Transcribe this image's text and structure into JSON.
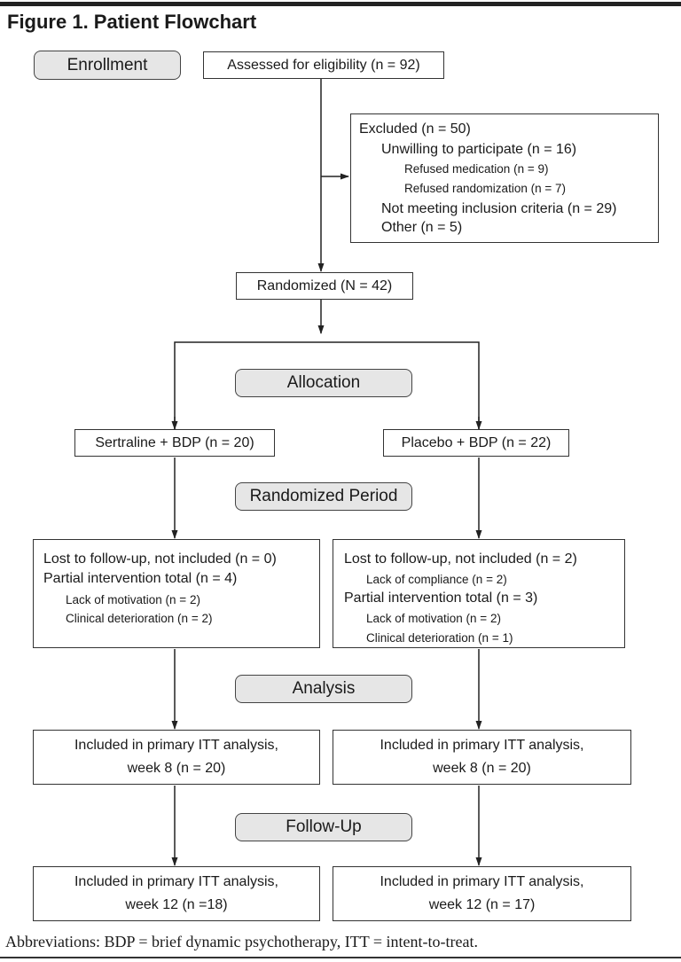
{
  "figure_title": "Figure 1. Patient Flowchart",
  "stages": {
    "enrollment": "Enrollment",
    "allocation": "Allocation",
    "randomized_period": "Randomized Period",
    "analysis": "Analysis",
    "follow_up": "Follow-Up"
  },
  "assessed": "Assessed for eligibility (n = 92)",
  "excluded": {
    "header": "Excluded (n = 50)",
    "unwilling": "Unwilling to participate (n = 16)",
    "refused_medication": "Refused medication (n = 9)",
    "refused_randomization": "Refused randomization (n = 7)",
    "not_meeting": "Not meeting inclusion criteria (n = 29)",
    "other": "Other (n = 5)"
  },
  "randomized": "Randomized (N = 42)",
  "arms": {
    "sertraline": {
      "label": "Sertraline + BDP (n = 20)",
      "lost": "Lost to follow-up, not included (n = 0)",
      "partial": "Partial intervention total (n = 4)",
      "lack_motivation": "Lack of motivation (n = 2)",
      "clinical_deterioration": "Clinical deterioration (n = 2)",
      "analysis_line1": "Included in primary ITT analysis,",
      "analysis_line2": "week 8 (n = 20)",
      "followup_line1": "Included in primary ITT analysis,",
      "followup_line2": "week 12 (n =18)"
    },
    "placebo": {
      "label": "Placebo + BDP (n = 22)",
      "lost": "Lost to follow-up, not included (n = 2)",
      "lack_compliance": "Lack of compliance (n = 2)",
      "partial": "Partial intervention total (n = 3)",
      "lack_motivation": "Lack of motivation (n = 2)",
      "clinical_deterioration": "Clinical deterioration (n = 1)",
      "analysis_line1": "Included in primary ITT analysis,",
      "analysis_line2": "week 8 (n = 20)",
      "followup_line1": "Included in primary ITT analysis,",
      "followup_line2": "week 12 (n = 17)"
    }
  },
  "footer": "Abbreviations: BDP = brief dynamic psychotherapy, ITT = intent-to-treat."
}
